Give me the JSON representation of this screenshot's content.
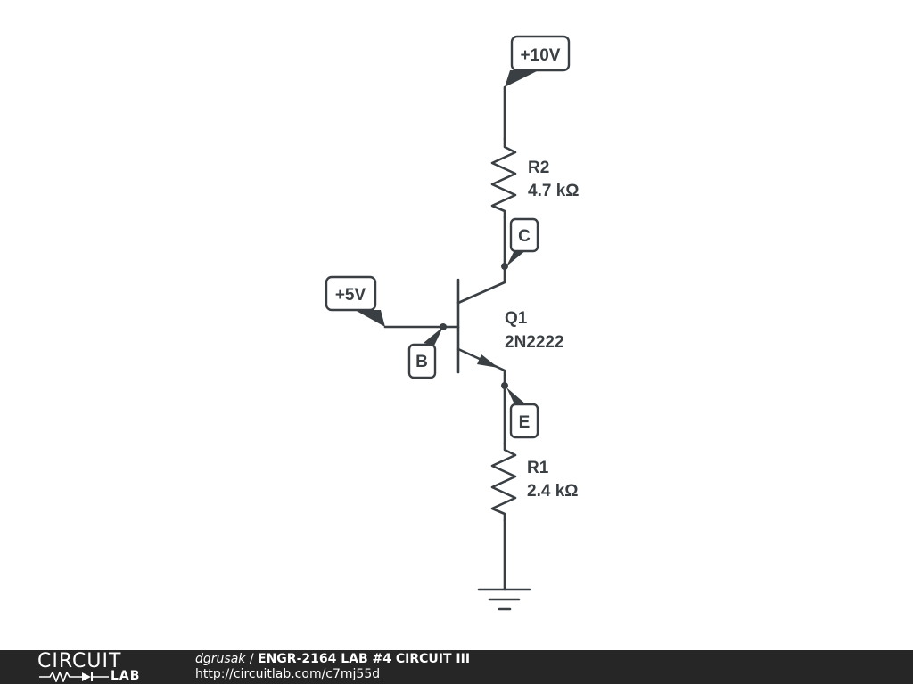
{
  "schematic": {
    "labels": {
      "vcc": "+10V",
      "vin": "+5V",
      "collector": "C",
      "base": "B",
      "emitter": "E"
    },
    "r2": {
      "name": "R2",
      "value": "4.7 kΩ"
    },
    "r1": {
      "name": "R1",
      "value": "2.4 kΩ"
    },
    "q1": {
      "name": "Q1",
      "part": "2N2222"
    }
  },
  "footer": {
    "logo_top": "CIRCUIT",
    "logo_bottom": "LAB",
    "author": "dgrusak",
    "separator": " / ",
    "title": "ENGR-2164 LAB #4 CIRCUIT III",
    "url": "http://circuitlab.com/c7mj55d"
  },
  "colors": {
    "ink": "#3a3f44",
    "footer_bg": "#262626",
    "footer_text": "#ffffff"
  }
}
